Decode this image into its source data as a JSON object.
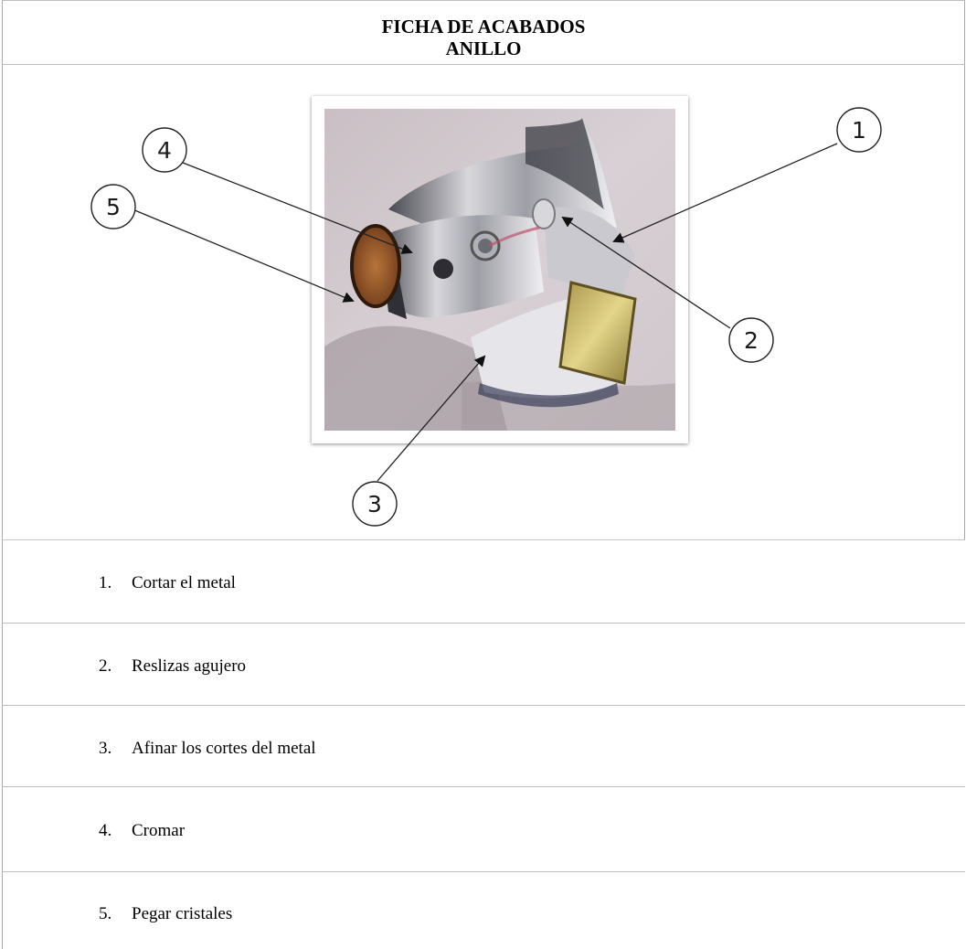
{
  "header": {
    "line1": "FICHA DE ACABADOS",
    "line2": "ANILLO"
  },
  "figure": {
    "description_icon": "ring-photo",
    "callouts": [
      "1",
      "2",
      "3",
      "4",
      "5"
    ]
  },
  "steps": [
    {
      "num": "1.",
      "text": "Cortar el metal"
    },
    {
      "num": "2.",
      "text": "Reslizas agujero"
    },
    {
      "num": "3.",
      "text": "Afinar los cortes del metal"
    },
    {
      "num": "4.",
      "text": "Cromar"
    },
    {
      "num": "5.",
      "text": "Pegar cristales"
    }
  ]
}
